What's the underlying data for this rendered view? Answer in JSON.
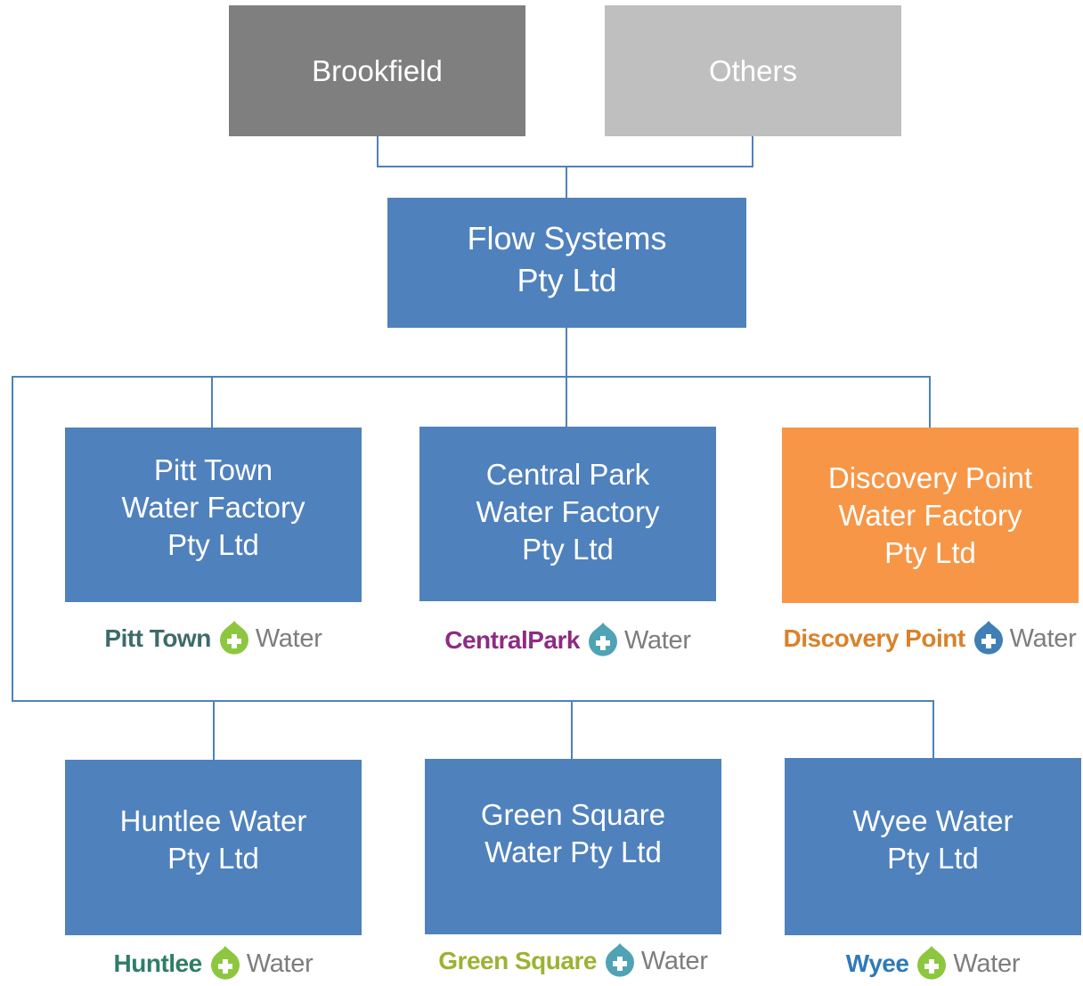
{
  "diagram": {
    "nodes": {
      "brookfield": {
        "label": "Brookfield",
        "color": "#7f7f7f"
      },
      "others": {
        "label": "Others",
        "color": "#bfbfbf"
      },
      "flow": {
        "label": "Flow Systems\nPty Ltd",
        "color": "#4f81bd"
      },
      "pitt": {
        "label": "Pitt Town\nWater Factory\nPty Ltd",
        "color": "#4f81bd"
      },
      "central": {
        "label": "Central Park\nWater Factory\nPty Ltd",
        "color": "#4f81bd"
      },
      "discovery": {
        "label": "Discovery Point\nWater Factory\nPty Ltd",
        "color": "#f79646"
      },
      "huntlee": {
        "label": "Huntlee Water\nPty Ltd",
        "color": "#4f81bd"
      },
      "green": {
        "label": "Green Square\nWater Pty Ltd",
        "color": "#4f81bd"
      },
      "wyee": {
        "label": "Wyee Water\nPty Ltd",
        "color": "#4f81bd"
      }
    },
    "edges": [
      [
        "brookfield",
        "flow"
      ],
      [
        "others",
        "flow"
      ],
      [
        "flow",
        "pitt"
      ],
      [
        "flow",
        "central"
      ],
      [
        "flow",
        "discovery"
      ],
      [
        "flow",
        "huntlee"
      ],
      [
        "flow",
        "green"
      ],
      [
        "flow",
        "wyee"
      ]
    ],
    "connector_color": "#4f81bd"
  },
  "logos": {
    "pitt": {
      "brand": "Pitt Town",
      "brand_color": "#3d6b6b",
      "icon": "plus-drop-icon",
      "icon_color": "#8dc63f",
      "suffix": "Water"
    },
    "central": {
      "brand": "CentralPark",
      "brand_color": "#8e2b83",
      "icon": "plus-drop-icon",
      "icon_color": "#4fa3b5",
      "suffix": "Water"
    },
    "discovery": {
      "brand": "Discovery Point",
      "brand_color": "#d9822b",
      "icon": "plus-drop-icon",
      "icon_color": "#3f7fb5",
      "suffix": "Water"
    },
    "huntlee": {
      "brand": "Huntlee",
      "brand_color": "#2f7d66",
      "icon": "plus-drop-icon",
      "icon_color": "#8dc63f",
      "suffix": "Water"
    },
    "green": {
      "brand": "Green Square",
      "brand_color": "#9bb332",
      "icon": "plus-drop-icon",
      "icon_color": "#4fa3b5",
      "suffix": "Water"
    },
    "wyee": {
      "brand": "Wyee",
      "brand_color": "#2f7ab8",
      "icon": "plus-drop-icon",
      "icon_color": "#8dc63f",
      "suffix": "Water"
    }
  }
}
